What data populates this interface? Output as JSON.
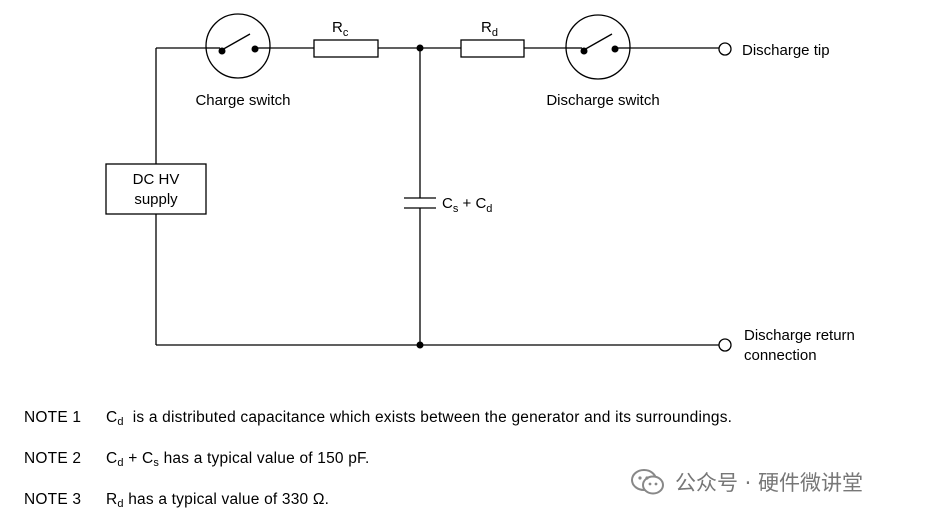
{
  "diagram": {
    "supply_line1": "DC HV",
    "supply_line2": "supply",
    "charge_switch": "Charge switch",
    "discharge_switch": "Discharge switch",
    "rc": {
      "base": "R",
      "sub": "c"
    },
    "rd": {
      "base": "R",
      "sub": "d"
    },
    "capacitor": {
      "c1": "C",
      "s1": "s",
      "plus": " + ",
      "c2": "C",
      "s2": "d"
    },
    "discharge_tip": "Discharge tip",
    "return_line1": "Discharge return",
    "return_line2": "connection"
  },
  "notes": [
    {
      "num": "NOTE 1",
      "sym": "C",
      "sub": "d",
      "text": "  is a distributed capacitance which exists between the generator and its surroundings."
    },
    {
      "num": "NOTE 2",
      "sym": "C",
      "sub": "d",
      "plus": " + C",
      "sub2": "s",
      "text": " has a typical value of 150 pF."
    },
    {
      "num": "NOTE 3",
      "sym": "R",
      "sub": "d",
      "text": " has a typical value of 330 Ω."
    }
  ],
  "watermark": "公众号 · 硬件微讲堂"
}
